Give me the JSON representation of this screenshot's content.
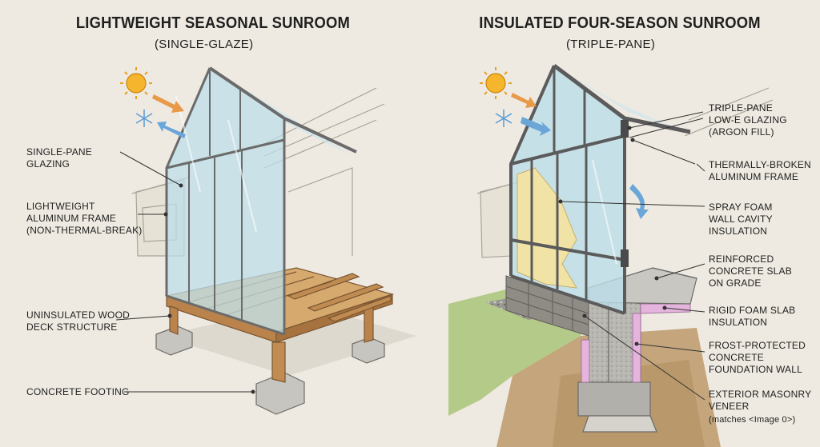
{
  "left_panel": {
    "title": "LIGHTWEIGHT SEASONAL SUNROOM",
    "subtitle": "(SINGLE-GLAZE)",
    "labels": {
      "single_pane": "SINGLE-PANE\nGLAZING",
      "frame": "LIGHTWEIGHT\nALUMINUM FRAME\n(NON-THERMAL-BREAK)",
      "deck": "UNINSULATED WOOD\nDECK STRUCTURE",
      "footing": "CONCRETE FOOTING"
    }
  },
  "right_panel": {
    "title": "INSULATED FOUR-SEASON SUNROOM",
    "subtitle": "(TRIPLE-PANE)",
    "labels": {
      "triple_pane": "TRIPLE-PANE\nLOW-E GLAZING\n(ARGON FILL)",
      "thermal_frame": "THERMALLY-BROKEN\nALUMINUM FRAME",
      "spray_foam": "SPRAY FOAM\nWALL CAVITY\nINSULATION",
      "slab": "REINFORCED\nCONCRETE SLAB\nON GRADE",
      "rigid_foam": "RIGID FOAM SLAB\nINSULATION",
      "foundation": "FROST-PROTECTED\nCONCRETE\nFOUNDATION WALL",
      "veneer": "EXTERIOR MASONRY\nVENEER",
      "veneer_note": "(matches <Image 0>)"
    }
  },
  "icons": [
    "sun-icon",
    "snowflake-icon",
    "arrow-icon"
  ],
  "colors": {
    "background": "#eeeae1",
    "glass": "#bcdde8",
    "frame": "#6b6b6b",
    "wood": "#c8965c",
    "concrete": "#b9b7b1",
    "foam_spray": "#f1e3a6",
    "foam_rigid": "#e4b4dc",
    "sun": "#f5b52c",
    "arrow_warm": "#e89a48",
    "arrow_cold": "#6aa6d8"
  }
}
